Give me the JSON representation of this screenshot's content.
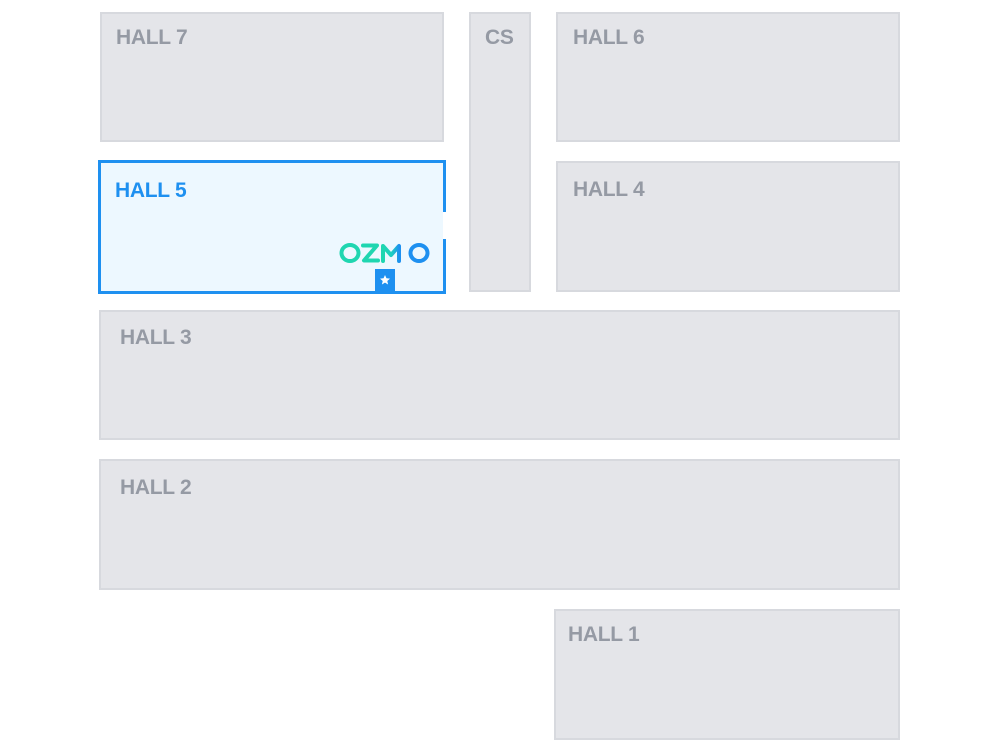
{
  "floor_plan": {
    "halls": [
      {
        "id": "hall-7",
        "label": "HALL 7"
      },
      {
        "id": "cs",
        "label": "CS"
      },
      {
        "id": "hall-6",
        "label": "HALL 6"
      },
      {
        "id": "hall-5",
        "label": "HALL 5",
        "selected": true
      },
      {
        "id": "hall-4",
        "label": "HALL 4"
      },
      {
        "id": "hall-3",
        "label": "HALL 3"
      },
      {
        "id": "hall-2",
        "label": "HALL 2"
      },
      {
        "id": "hall-1",
        "label": "HALL 1"
      }
    ],
    "exhibitor": {
      "name": "OZMO",
      "hall": "HALL 5",
      "badge_icon": "star-icon"
    },
    "colors": {
      "hall_fill": "#e4e5e9",
      "hall_border": "#d7d9de",
      "hall_label": "#959aa4",
      "selected_border": "#1e90f0",
      "selected_fill": "#edf8ff",
      "logo_teal": "#1fd6b0",
      "logo_blue": "#1e90f0"
    }
  }
}
